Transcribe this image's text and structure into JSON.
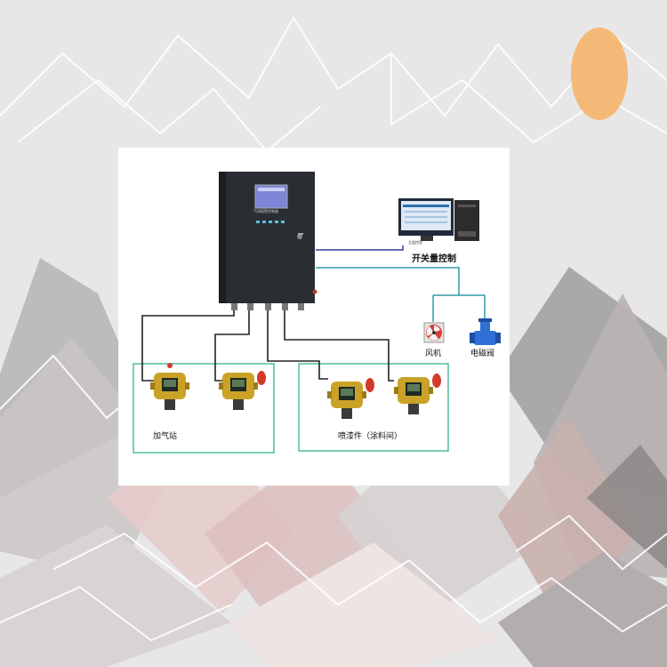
{
  "colors": {
    "wire_dark": "#222222",
    "wire_teal": "#2f9aa5",
    "wire_blue": "#2c3e8f",
    "zone_box": "#4fbf9a",
    "sun": "#f6b46a",
    "controller": "#2a2e33",
    "controller_screen": "#7d86d6",
    "detector_body": "#c9a227",
    "detector_lamp": "#d23a2a",
    "valve_blue": "#2f6fd6"
  },
  "controller": {
    "screen_caption": "气体报警控制器"
  },
  "computer": {
    "screen_caption": "主监控室"
  },
  "labels": {
    "switch_control": "开关量控制",
    "fan": "风机",
    "solenoid_valve": "电磁阀",
    "zone_left": "加气站",
    "zone_right": "喷漆件（涂料间）"
  },
  "icons": {
    "controller": "gas-alarm-controller-icon",
    "computer": "desktop-computer-icon",
    "fan": "exhaust-fan-icon",
    "valve": "solenoid-valve-icon",
    "detector": "gas-detector-icon"
  }
}
